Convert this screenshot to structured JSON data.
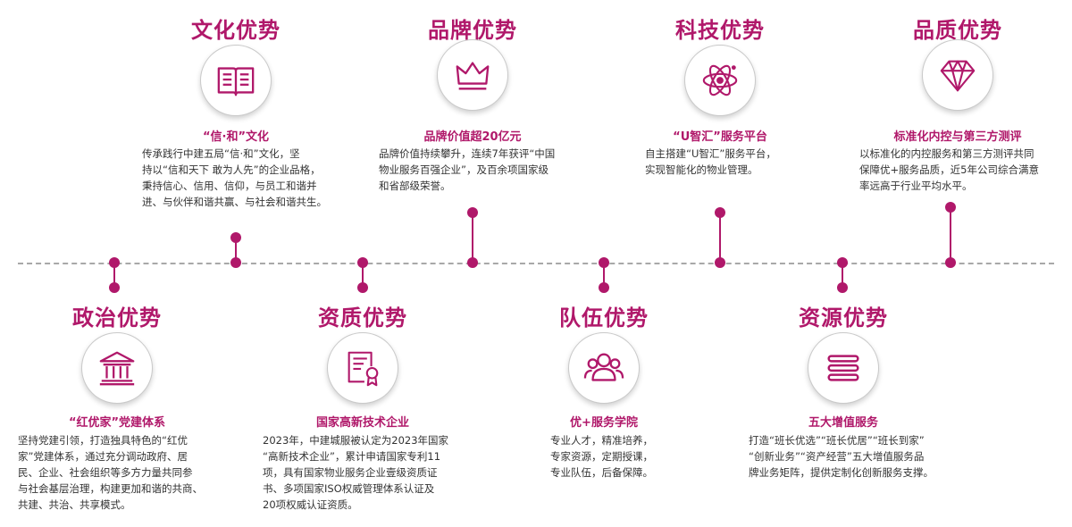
{
  "colors": {
    "accent": "#b0186a",
    "timeline": "#a8a8a8"
  },
  "items": [
    {
      "key": "culture",
      "title": "文化优势",
      "icon": "book-icon",
      "subtitle": "“信·和”文化",
      "lines": [
        "传承践行中建五局“信·和”文化，坚",
        "持以“信和天下 敢为人先”的企业品格，",
        "秉持信心、信用、信仰，与员工和谐并",
        "进、与伙伴和谐共赢、与社会和谐共生。"
      ]
    },
    {
      "key": "brand",
      "title": "品牌优势",
      "icon": "crown-icon",
      "subtitle": "品牌价值超20亿元",
      "lines": [
        "品牌价值持续攀升，连续7年获评“中国",
        "物业服务百强企业”，及百余项国家级",
        "和省部级荣誉。"
      ]
    },
    {
      "key": "tech",
      "title": "科技优势",
      "icon": "atom-icon",
      "subtitle": "“U智汇”服务平台",
      "lines": [
        "自主搭建“U智汇”服务平台，",
        "实现智能化的物业管理。"
      ]
    },
    {
      "key": "quality",
      "title": "品质优势",
      "icon": "diamond-icon",
      "subtitle": "标准化内控与第三方测评",
      "lines": [
        "以标准化的内控服务和第三方测评共同",
        "保障优+服务品质，近5年公司综合满意",
        "率远高于行业平均水平。"
      ]
    },
    {
      "key": "politics",
      "title": "政治优势",
      "icon": "institution-icon",
      "subtitle": "“红优家”党建体系",
      "lines": [
        "坚持党建引领，打造独具特色的“红优",
        "家”党建体系，通过充分调动政府、居",
        "民、企业、社会组织等多方力量共同参",
        "与社会基层治理，构建更加和谐的共商、",
        "共建、共治、共享模式。"
      ]
    },
    {
      "key": "qualification",
      "title": "资质优势",
      "icon": "certificate-icon",
      "subtitle": "国家高新技术企业",
      "lines": [
        "2023年，中建城服被认定为2023年国家",
        "“高新技术企业”，累计申请国家专利11",
        "项，具有国家物业服务企业壹级资质证",
        "书、多项国家ISO权威管理体系认证及",
        "20项权威认证资质。"
      ]
    },
    {
      "key": "team",
      "title": "队伍优势",
      "icon": "team-icon",
      "subtitle": "优+服务学院",
      "lines": [
        "专业人才，精准培养，",
        "专家资源，定期授课，",
        "专业队伍，后备保障。"
      ]
    },
    {
      "key": "resources",
      "title": "资源优势",
      "icon": "menu-lines-icon",
      "subtitle": "五大增值服务",
      "lines": [
        "打造“班长优选”“班长优居”“班长到家”",
        "“创新业务”“资产经营”五大增值服务品",
        "牌业务矩阵，提供定制化创新服务支撑。"
      ]
    }
  ]
}
